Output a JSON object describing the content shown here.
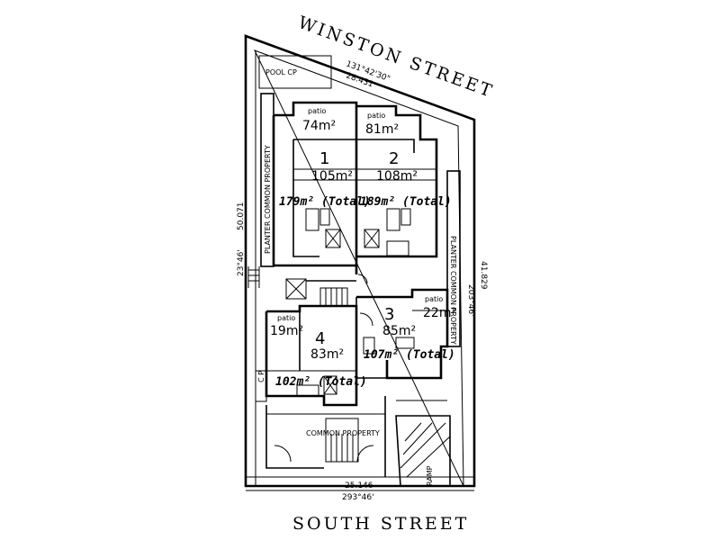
{
  "streets": {
    "north": "WINSTON STREET",
    "south": "SOUTH STREET"
  },
  "dimensions": {
    "north_bearing": "131°42'30\"",
    "north_length": "28.431",
    "west_length": "50.071",
    "west_bearing": "23°46'",
    "east_length": "41.829",
    "east_bearing": "203°46'",
    "south_length": "25.146",
    "south_bearing": "293°46'"
  },
  "labels": {
    "pool_cp": "POOL   CP",
    "planter_left": "PLANTER  COMMON  PROPERTY",
    "planter_right": "PLANTER  COMMON  PROPERTY",
    "common_property": "COMMON    PROPERTY",
    "cp": "C  P",
    "ramp": "RAMP",
    "patio": "patio"
  },
  "units": [
    {
      "number": "1",
      "patio_area": "74m²",
      "area": "105m²",
      "total": "179m² (Total)"
    },
    {
      "number": "2",
      "patio_area": "81m²",
      "area": "108m²",
      "total": "189m² (Total)"
    },
    {
      "number": "3",
      "patio_area": "22m²",
      "area": "85m²",
      "total": "107m² (Total)"
    },
    {
      "number": "4",
      "patio_area": "19m²",
      "area": "83m²",
      "total": "102m² (Total)"
    }
  ]
}
